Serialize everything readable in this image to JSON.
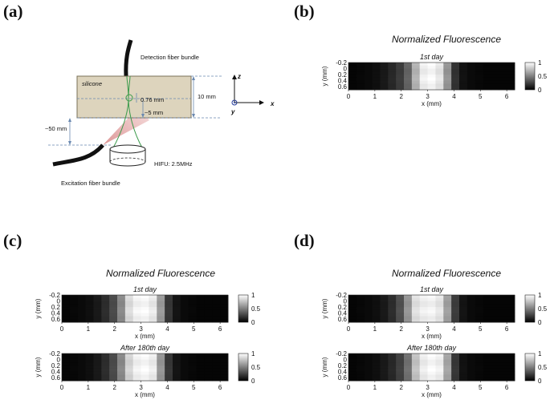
{
  "panels": {
    "a": "(a)",
    "b": "(b)",
    "c": "(c)",
    "d": "(d)"
  },
  "schematic": {
    "silicone": "silicone",
    "detection": "Detection fiber bundle",
    "excitation": "Excitation fiber bundle",
    "hifu": "HIFU:  2.5MHz",
    "dim_076": "0.76 mm",
    "dim_5": "~5 mm",
    "dim_10": "10 mm",
    "dim_50": "~50 mm",
    "axis_z": "z",
    "axis_x": "x",
    "axis_y": "y"
  },
  "figure_title": "Normalized Fluorescence",
  "chart_data": [
    {
      "panel": "b",
      "type": "heatmap",
      "title": "1st day",
      "xlabel": "x (mm)",
      "ylabel": "y (mm)",
      "xlim": [
        0,
        6.3
      ],
      "ylim": [
        -0.2,
        0.7
      ],
      "x_ticks": [
        "0",
        "1",
        "2",
        "3",
        "4",
        "5",
        "6"
      ],
      "y_ticks": [
        "-0.2",
        "0",
        "0.2",
        "0.4",
        "0.6"
      ],
      "colorbar_ticks": [
        "1",
        "0.5",
        "0"
      ],
      "colormap": "gray",
      "x": [
        0.15,
        0.45,
        0.75,
        1.05,
        1.35,
        1.65,
        1.95,
        2.25,
        2.55,
        2.85,
        3.15,
        3.45,
        3.75,
        4.05,
        4.35,
        4.65,
        4.95,
        5.25,
        5.55,
        5.85,
        6.15
      ],
      "values": [
        0.02,
        0.03,
        0.04,
        0.06,
        0.1,
        0.16,
        0.24,
        0.4,
        0.72,
        0.96,
        1.0,
        0.92,
        0.6,
        0.2,
        0.07,
        0.04,
        0.03,
        0.02,
        0.02,
        0.02,
        0.02
      ]
    },
    {
      "panel": "c",
      "type": "heatmap",
      "title": "1st day",
      "xlabel": "x (mm)",
      "ylabel": "y (mm)",
      "xlim": [
        0,
        6.3
      ],
      "ylim": [
        -0.2,
        0.7
      ],
      "x_ticks": [
        "0",
        "1",
        "2",
        "3",
        "4",
        "5",
        "6"
      ],
      "y_ticks": [
        "-0.2",
        "0",
        "0.2",
        "0.4",
        "0.6"
      ],
      "colorbar_ticks": [
        "1",
        "0.5",
        "0"
      ],
      "colormap": "gray",
      "x": [
        0.15,
        0.45,
        0.75,
        1.05,
        1.35,
        1.65,
        1.95,
        2.25,
        2.55,
        2.85,
        3.15,
        3.45,
        3.75,
        4.05,
        4.35,
        4.65,
        4.95,
        5.25,
        5.55,
        5.85,
        6.15
      ],
      "values": [
        0.02,
        0.03,
        0.04,
        0.06,
        0.1,
        0.18,
        0.3,
        0.55,
        0.88,
        0.98,
        1.0,
        0.94,
        0.62,
        0.22,
        0.08,
        0.04,
        0.03,
        0.02,
        0.02,
        0.02,
        0.02
      ]
    },
    {
      "panel": "c",
      "type": "heatmap",
      "title": "After 180th day",
      "xlabel": "x (mm)",
      "ylabel": "y (mm)",
      "xlim": [
        0,
        6.3
      ],
      "ylim": [
        -0.2,
        0.7
      ],
      "x_ticks": [
        "0",
        "1",
        "2",
        "3",
        "4",
        "5",
        "6"
      ],
      "y_ticks": [
        "-0.2",
        "0",
        "0.2",
        "0.4",
        "0.6"
      ],
      "colorbar_ticks": [
        "1",
        "0.5",
        "0"
      ],
      "colormap": "gray",
      "x": [
        0.15,
        0.45,
        0.75,
        1.05,
        1.35,
        1.65,
        1.95,
        2.25,
        2.55,
        2.85,
        3.15,
        3.45,
        3.75,
        4.05,
        4.35,
        4.65,
        4.95,
        5.25,
        5.55,
        5.85,
        6.15
      ],
      "values": [
        0.02,
        0.03,
        0.04,
        0.06,
        0.1,
        0.18,
        0.3,
        0.55,
        0.85,
        0.97,
        1.0,
        0.95,
        0.6,
        0.22,
        0.08,
        0.04,
        0.03,
        0.02,
        0.02,
        0.02,
        0.02
      ]
    },
    {
      "panel": "d",
      "type": "heatmap",
      "title": "1st day",
      "xlabel": "x (mm)",
      "ylabel": "y (mm)",
      "xlim": [
        0,
        6.3
      ],
      "ylim": [
        -0.2,
        0.7
      ],
      "x_ticks": [
        "0",
        "1",
        "2",
        "3",
        "4",
        "5",
        "6"
      ],
      "y_ticks": [
        "-0.2",
        "0",
        "0.2",
        "0.4",
        "0.6"
      ],
      "colorbar_ticks": [
        "1",
        "0.5",
        "0"
      ],
      "colormap": "gray",
      "x": [
        0.15,
        0.45,
        0.75,
        1.05,
        1.35,
        1.65,
        1.95,
        2.25,
        2.55,
        2.85,
        3.15,
        3.45,
        3.75,
        4.05,
        4.35,
        4.65,
        4.95,
        5.25,
        5.55,
        5.85,
        6.15
      ],
      "values": [
        0.02,
        0.03,
        0.04,
        0.06,
        0.1,
        0.18,
        0.32,
        0.6,
        0.9,
        0.96,
        0.98,
        0.92,
        0.64,
        0.24,
        0.08,
        0.04,
        0.03,
        0.02,
        0.02,
        0.02,
        0.02
      ]
    },
    {
      "panel": "d",
      "type": "heatmap",
      "title": "After 180th day",
      "xlabel": "x (mm)",
      "ylabel": "y (mm)",
      "xlim": [
        0,
        6.3
      ],
      "ylim": [
        -0.2,
        0.7
      ],
      "x_ticks": [
        "0",
        "1",
        "2",
        "3",
        "4",
        "5",
        "6"
      ],
      "y_ticks": [
        "-0.2",
        "0",
        "0.2",
        "0.4",
        "0.6"
      ],
      "colorbar_ticks": [
        "1",
        "0.5",
        "0"
      ],
      "colormap": "gray",
      "x": [
        0.15,
        0.45,
        0.75,
        1.05,
        1.35,
        1.65,
        1.95,
        2.25,
        2.55,
        2.85,
        3.15,
        3.45,
        3.75,
        4.05,
        4.35,
        4.65,
        4.95,
        5.25,
        5.55,
        5.85,
        6.15
      ],
      "values": [
        0.02,
        0.03,
        0.04,
        0.06,
        0.1,
        0.16,
        0.26,
        0.45,
        0.78,
        0.95,
        1.0,
        0.96,
        0.66,
        0.22,
        0.07,
        0.04,
        0.03,
        0.02,
        0.02,
        0.02,
        0.02
      ]
    }
  ]
}
